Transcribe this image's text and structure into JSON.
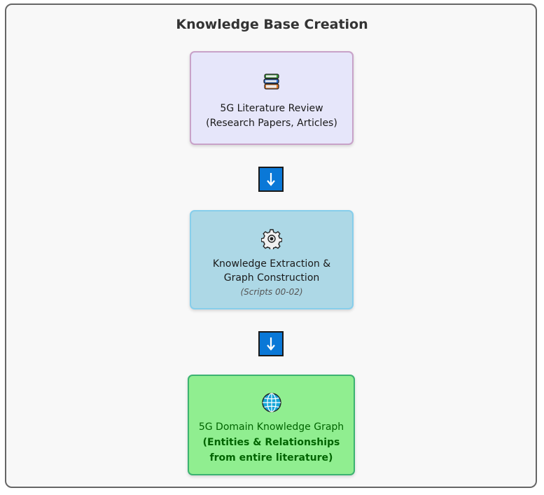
{
  "title": "Knowledge Base Creation",
  "steps": [
    {
      "icon": "books-icon",
      "lines": [
        "5G Literature Review",
        "(Research Papers, Articles)"
      ]
    },
    {
      "icon": "gear-icon",
      "lines": [
        "Knowledge Extraction &",
        "Graph Construction"
      ],
      "note": "(Scripts 00-02)"
    },
    {
      "icon": "globe-icon",
      "lines": [
        "5G Domain Knowledge Graph",
        "(Entities & Relationships",
        "from entire literature)"
      ]
    }
  ],
  "arrows": [
    {
      "icon": "arrow-down-icon"
    },
    {
      "icon": "arrow-down-icon"
    }
  ],
  "colors": {
    "step1_fill": "#e6e6fa",
    "step1_border": "#c8a2c8",
    "step2_fill": "#add8e6",
    "step2_border": "#87ceeb",
    "step3_fill": "#90ee90",
    "step3_border": "#3cb371",
    "step3_text": "#006400",
    "arrow_fill": "#0a78d7"
  }
}
